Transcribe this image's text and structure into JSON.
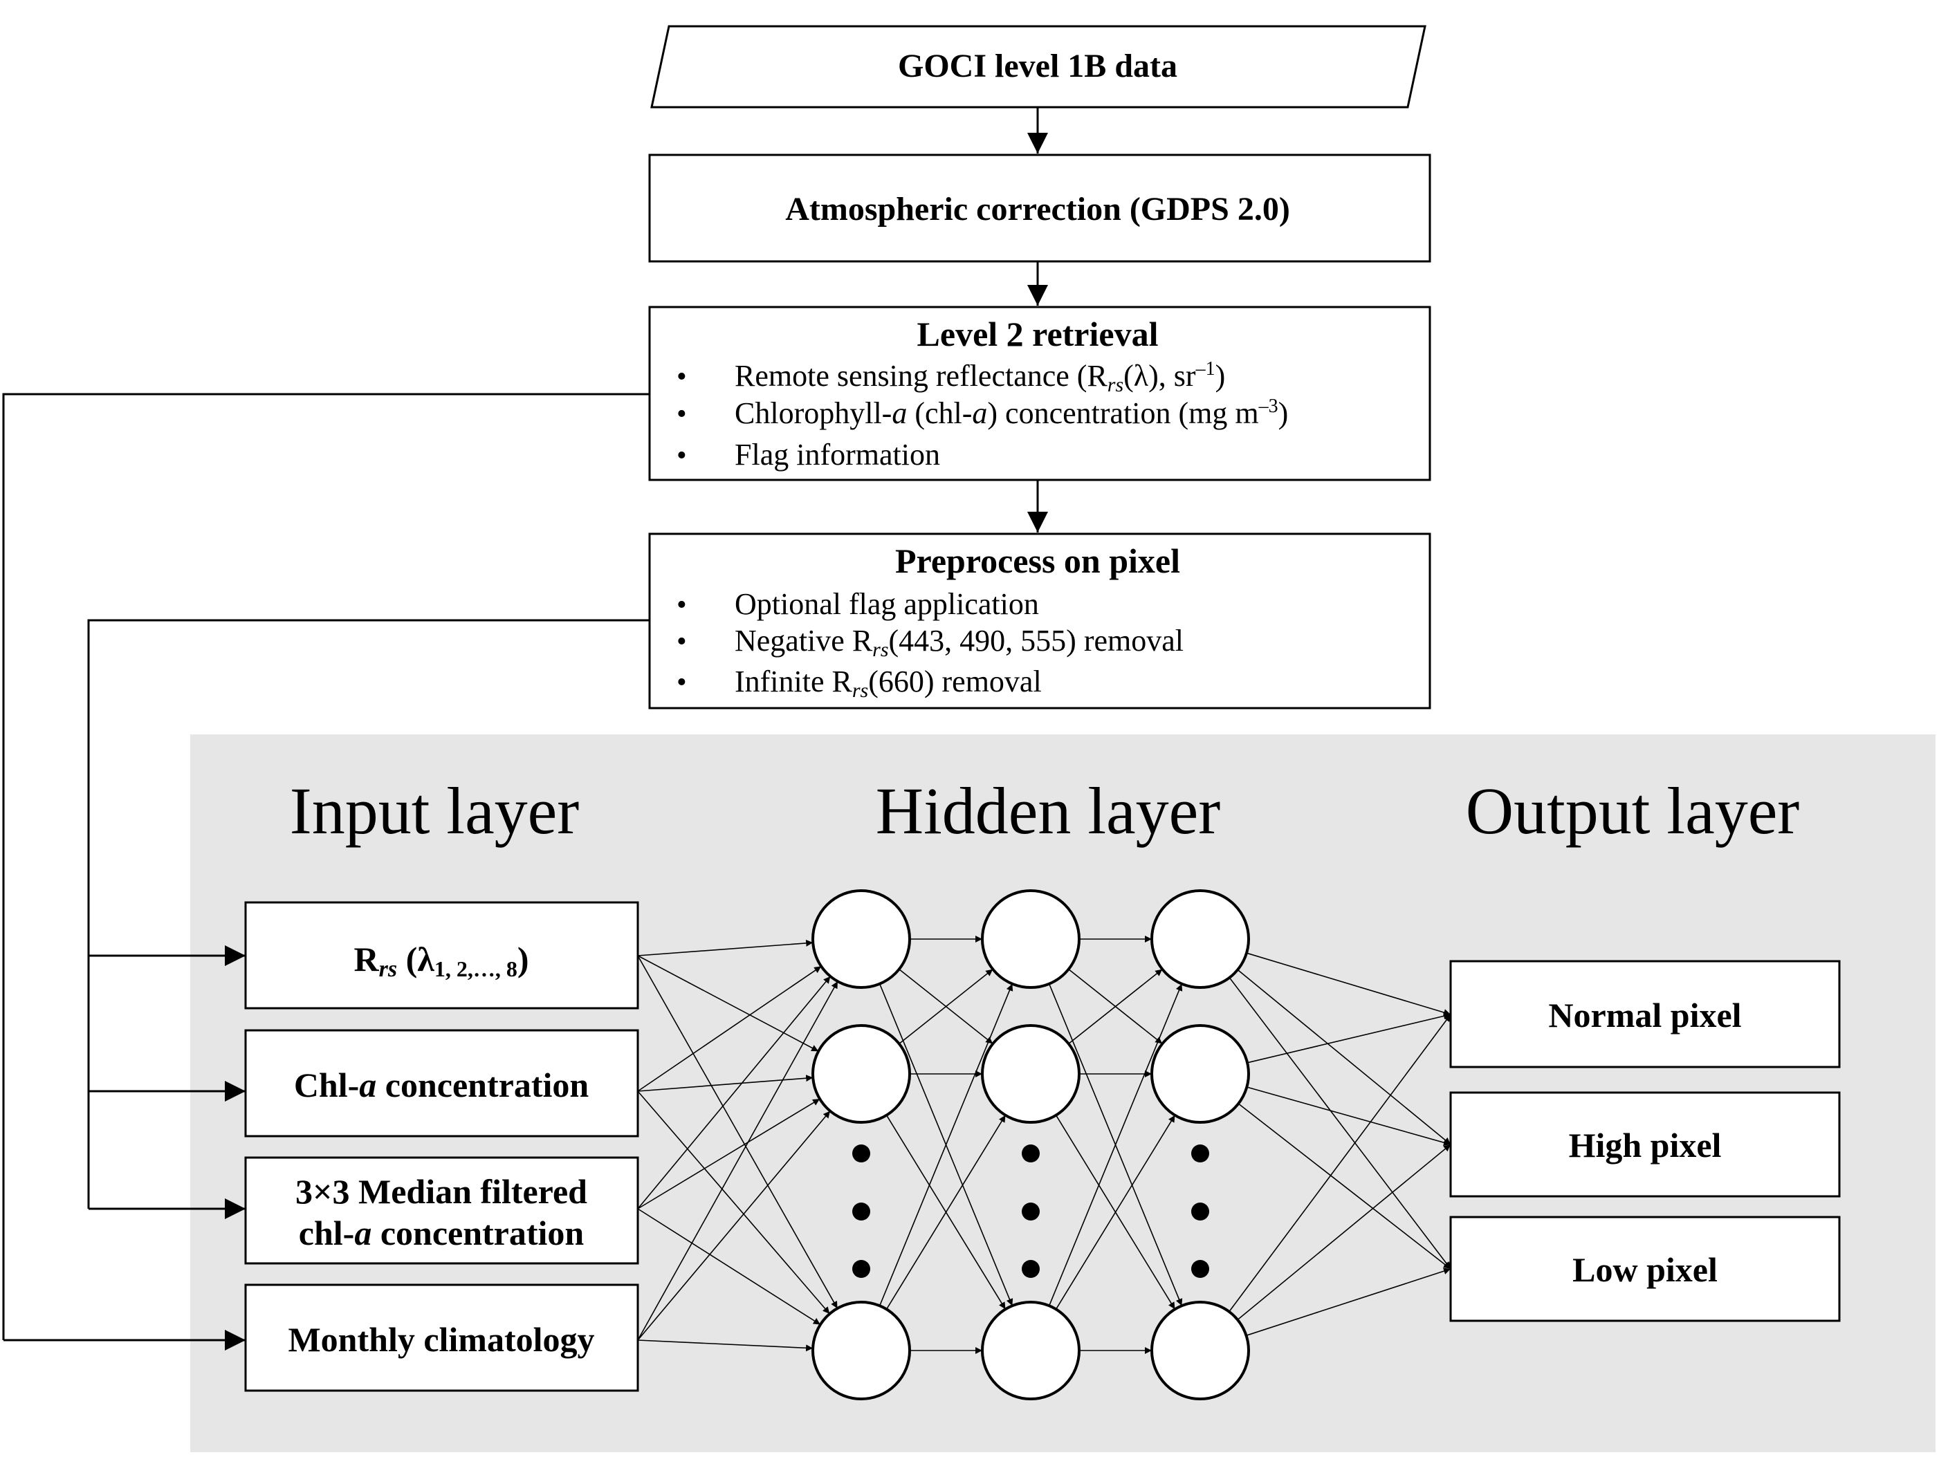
{
  "flow": {
    "goci": "GOCI level 1B data",
    "atmos": "Atmospheric correction (GDPS 2.0)",
    "level2": {
      "title": "Level 2 retrieval",
      "bullet": "•",
      "item1_a": "Remote sensing reflectance (R",
      "item1_sub": "rs",
      "item1_b": "(λ), sr",
      "item1_sup": "–1",
      "item1_c": ")",
      "item2_a": "Chlorophyll-",
      "item2_ital1": "a",
      "item2_b": " (chl-",
      "item2_ital2": "a",
      "item2_c": ") concentration (mg m",
      "item2_sup": "–3",
      "item2_d": ")",
      "item3": "Flag information"
    },
    "preprocess": {
      "title": "Preprocess on pixel",
      "item1": "Optional flag application",
      "item2_a": "Negative R",
      "item2_sub": "rs",
      "item2_b": "(443, 490, 555) removal",
      "item3_a": "Infinite R",
      "item3_sub": "rs",
      "item3_b": "(660) removal"
    }
  },
  "network": {
    "input_title": "Input layer",
    "hidden_title": "Hidden layer",
    "output_title": "Output layer",
    "inputs": {
      "rrs_a": "R",
      "rrs_sub": "rs",
      "rrs_b": " (λ",
      "rrs_sub2": "1, 2,…, 8",
      "rrs_c": ")",
      "chl_a": "Chl-",
      "chl_ital": "a",
      "chl_b": " concentration",
      "median_line1": "3×3 Median filtered",
      "median_line2_a": "chl-",
      "median_line2_ital": "a",
      "median_line2_b": " concentration",
      "clim": "Monthly climatology"
    },
    "outputs": {
      "normal": "Normal pixel",
      "high": "High pixel",
      "low": "Low pixel"
    }
  },
  "colors": {
    "panel": "#e6e6e6",
    "stroke": "#000000",
    "box_fill": "#ffffff"
  }
}
